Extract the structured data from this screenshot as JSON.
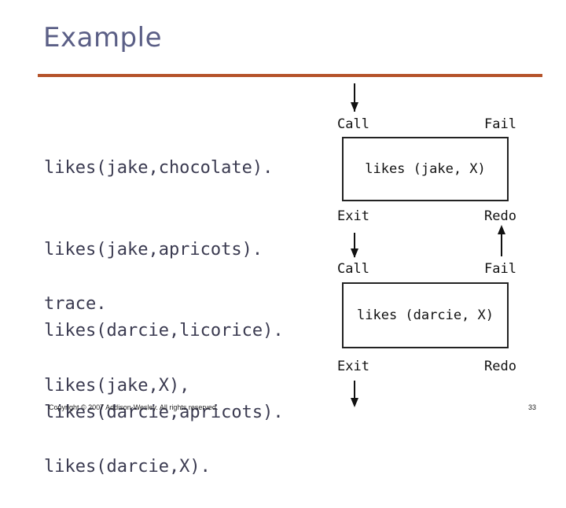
{
  "slide": {
    "title": "Example",
    "accent_color": "#b5532a",
    "title_color": "#5b5f86",
    "footer": "Copyright © 2007 Addison-Wesley. All rights reserved.",
    "page_number": "33"
  },
  "code": {
    "block1": [
      "likes(jake,chocolate).",
      "likes(jake,apricots).",
      "likes(darcie,licorice).",
      "likes(darcie,apricots)."
    ],
    "block2": [
      "trace.",
      "likes(jake,X),",
      "likes(darcie,X)."
    ]
  },
  "diagram": {
    "box1": {
      "label": "likes (jake, X)",
      "call": "Call",
      "fail": "Fail",
      "exit": "Exit",
      "redo": "Redo"
    },
    "box2": {
      "label": "likes (darcie, X)",
      "call": "Call",
      "fail": "Fail",
      "exit": "Exit",
      "redo": "Redo"
    },
    "arrow_icons": [
      "arrow-down-icon",
      "arrow-up-icon"
    ]
  }
}
